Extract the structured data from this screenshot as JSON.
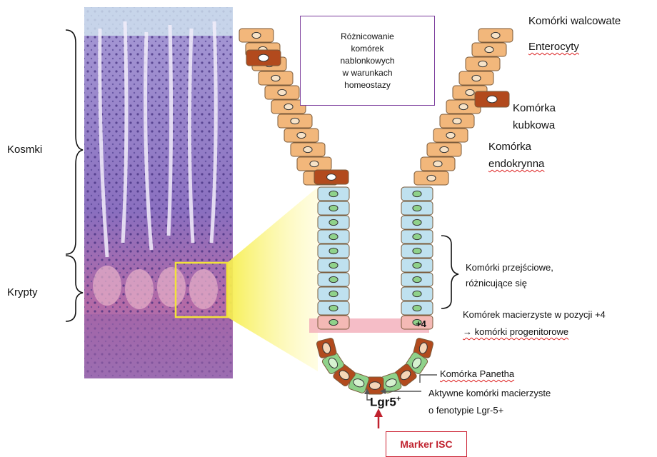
{
  "labels": {
    "kosmki": "Kosmki",
    "krypty": "Krypty",
    "walcowate": "Komórki walcowate",
    "enterocyty": "Enterocyty",
    "kubkowa_1": "Komórka",
    "kubkowa_2": "kubkowa",
    "endokrynna_1": "Komórka",
    "endokrynna_2": "endokrynna",
    "przejsciowe_1": "Komórki przejściowe,",
    "przejsciowe_2": "różnicujące się",
    "macierzyste_1": "Komórek macierzyste w pozycji +4",
    "macierzyste_2": "→ komórki progenitorowe",
    "paneth": "Komórka Panetha",
    "aktywne_1": "Aktywne komórki macierzyste",
    "aktywne_2": "o fenotypie Lgr-5+",
    "plus4": "+4",
    "lgr5": "Lgr5",
    "lgr5_sup": "+",
    "marker": "Marker ISC"
  },
  "box": {
    "text": "Różnicowanie\nkomórek\nnablonkowych\nw warunkach\nhomeostazy"
  },
  "colors": {
    "epithelium_orange": "#f2b77b",
    "transit_blue": "#bfe1ef",
    "stem_pink": "#f4b9b5",
    "lgr5_green": "#8fd28a",
    "paneth_brown": "#b24a1d",
    "box_purple": "#7a3b9b",
    "marker_red": "#c0212e",
    "highlight_yellow": "#f6ee4a",
    "histology_purple": "#7d62b3"
  }
}
